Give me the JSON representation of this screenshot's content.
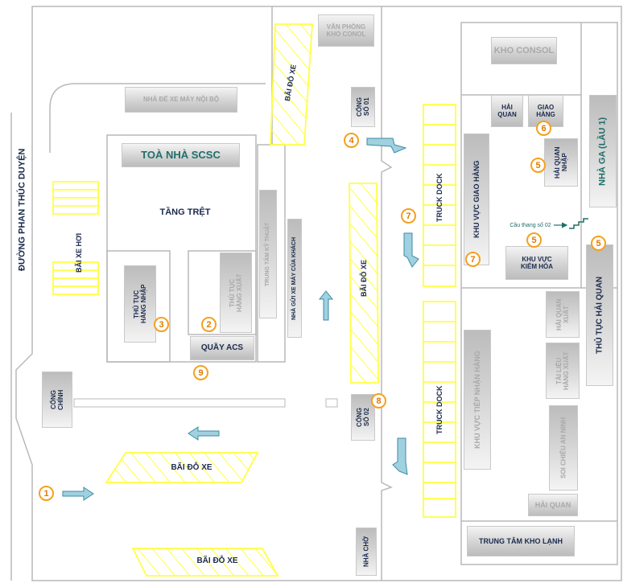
{
  "road": {
    "name": "ĐƯỜNG PHAN THÚC DUYỆN"
  },
  "labels": {
    "van_phong": "VĂN PHÒNG\nKHO CONOL",
    "kho_consol": "KHO CONSOL",
    "nha_de_xe": "NHÀ ĐỂ XE MÁY NỘI BỘ",
    "toa_nha": "TOÀ NHÀ SCSC",
    "tang_tret": "TẦNG TRỆT",
    "bai_xe_hoi": "BÃI XE HƠI",
    "thu_tuc_nhap": "THỦ TỤC\nHÀNG NHẬP",
    "thu_tuc_xuat": "THỦ TỤC\nHÀNG XUẤT",
    "quay_acs": "QUẦY  ACS",
    "trung_tam_ky_thuat": "TRUNG TÂM KỸ THUẬT",
    "nha_gui_xe": "NHÀ GỬI XE MÁY CỦA KHÁCH",
    "bai_do_xe": "BÃI ĐỖ XE",
    "cong_so_01": "CỔNG\nSỐ 01",
    "cong_so_02": "CỔNG\nSỐ 02",
    "cong_chinh": "CỔNG\nCHÍNH",
    "truck_dock": "TRUCK DOCK",
    "hai_quan": "HẢI\nQUAN",
    "giao_hang": "GIAO\nHÀNG",
    "hai_quan_nhap": "HẢI QUAN\nNHẬP",
    "nha_ga": "NHÀ GA  (LẦU 1)",
    "khu_vuc_giao_hang": "KHU  VỰC GIAO HÀNG",
    "cau_thang": "Cầu thang số 02",
    "khu_vuc_kiem_hoa": "KHU VỰC\nKIỂM HÓA",
    "thu_tuc_hai_quan": "THỦ TỤC HẢI QUAN",
    "hai_quan_xuat": "HẢI QUAN\nXUẤT",
    "tai_lieu_hang_xuat": "TÀI LIỆU\nHÀNG XUẤT",
    "khu_vuc_tiep_nhan": "KHU  VỰC TIẾP NHẬN HÀNG",
    "soi_chieu": "SOI CHIẾU AN NINH",
    "hai_quan_small": "HẢI QUAN",
    "trung_tam_kho_lanh": "TRUNG TÂM  KHO LẠNH",
    "nha_cho": "NHÀ CHỜ"
  },
  "markers": [
    "1",
    "2",
    "3",
    "4",
    "5",
    "6",
    "7",
    "8",
    "9"
  ],
  "colors": {
    "parking": "#ffff44",
    "arrow": "#5aa7c0",
    "marker": "#f3a11e",
    "wall": "#b9b9b9"
  }
}
